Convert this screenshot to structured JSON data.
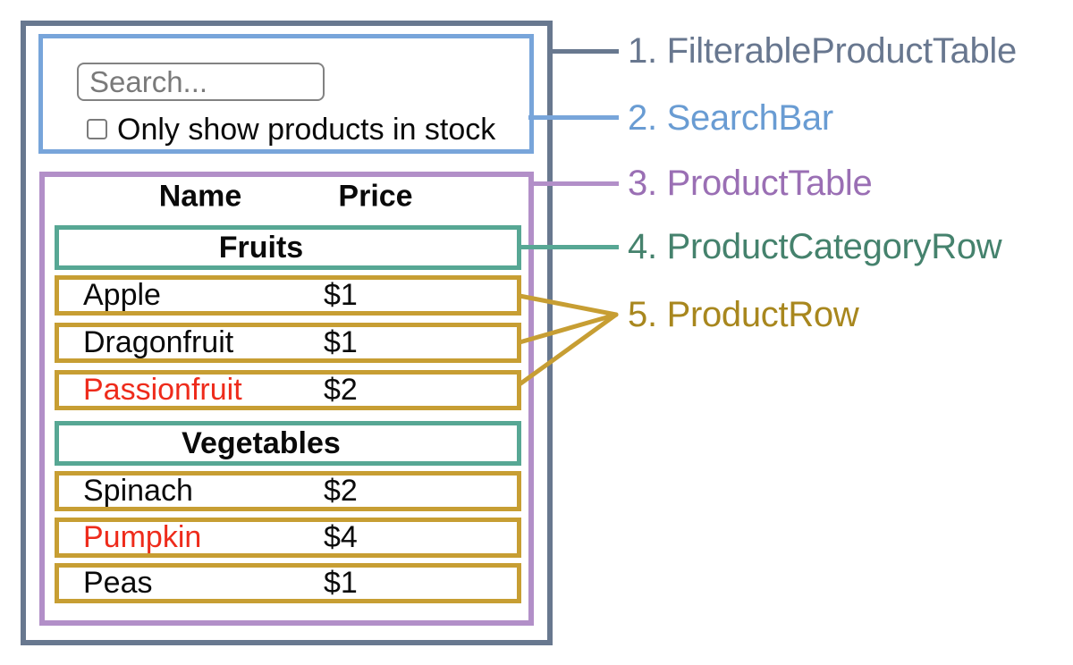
{
  "search_bar": {
    "search_placeholder": "Search...",
    "checkbox_label": "Only show products in stock",
    "checkbox_checked": false
  },
  "product_table": {
    "headers": {
      "name": "Name",
      "price": "Price"
    },
    "groups": [
      {
        "category": "Fruits",
        "rows": [
          {
            "name": "Apple",
            "price": "$1",
            "highlighted_red": false
          },
          {
            "name": "Dragonfruit",
            "price": "$1",
            "highlighted_red": false
          },
          {
            "name": "Passionfruit",
            "price": "$2",
            "highlighted_red": true
          }
        ]
      },
      {
        "category": "Vegetables",
        "rows": [
          {
            "name": "Spinach",
            "price": "$2",
            "highlighted_red": false
          },
          {
            "name": "Pumpkin",
            "price": "$4",
            "highlighted_red": true
          },
          {
            "name": "Peas",
            "price": "$1",
            "highlighted_red": false
          }
        ]
      }
    ]
  },
  "legend": {
    "items": [
      {
        "text": "1. FilterableProductTable",
        "color": "#68778F"
      },
      {
        "text": "2. SearchBar",
        "color": "#699CD3"
      },
      {
        "text": "3. ProductTable",
        "color": "#9A6FB4"
      },
      {
        "text": "4. ProductCategoryRow",
        "color": "#45826D"
      },
      {
        "text": "5. ProductRow",
        "color": "#A8871E"
      }
    ]
  },
  "colors": {
    "outer_border": "#68788F",
    "searchbar_border": "#78A5DA",
    "product_table_border": "#B28FC8",
    "category_row_border": "#57A794",
    "product_row_border": "#C79E33",
    "connector_gold": "#C79E33",
    "out_of_stock_text": "#EE2B1B",
    "input_border": "#828282",
    "placeholder_text": "#7A7A7A"
  }
}
